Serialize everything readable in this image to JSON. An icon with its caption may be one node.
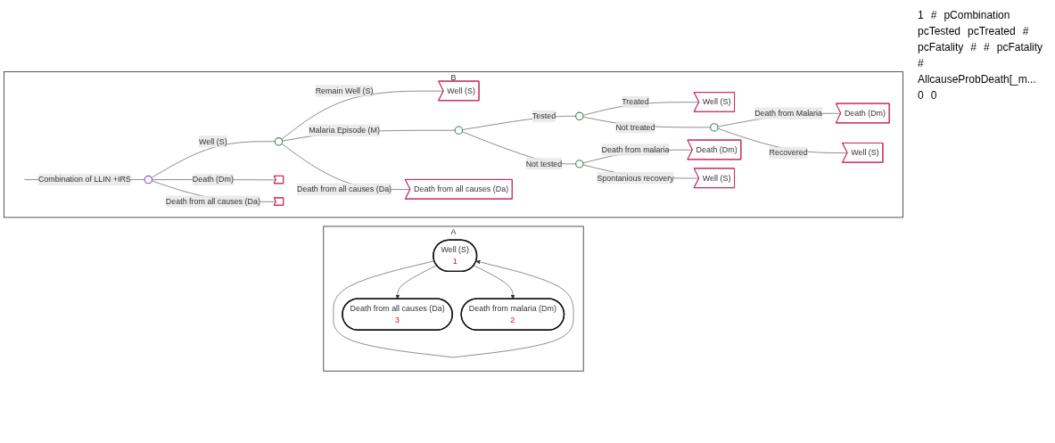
{
  "diagram": {
    "nodes": [
      {
        "text": [
          "A"
        ]
      },
      {
        "text": [
          "Well (S)",
          "1"
        ],
        "in": 0
      },
      {
        "text": [
          "Death from all causes (Da)",
          "3"
        ],
        "in": 0
      },
      {
        "text": [
          "Death from malaria (Dm)",
          "2"
        ],
        "in": 0
      },
      {
        "text": [
          "B"
        ]
      },
      {
        "text": [],
        "shape": "circle",
        "in": 4
      },
      {
        "text": [],
        "shape": "circle",
        "in": 4
      },
      {
        "text": [
          "Well (S)"
        ],
        "in": 4
      },
      {
        "text": [],
        "shape": "circle",
        "in": 4
      },
      {
        "text": [],
        "shape": "circle",
        "in": 4
      },
      {
        "text": [
          "Well (S)"
        ],
        "in": 4
      },
      {
        "text": [],
        "shape": "circle",
        "in": 4
      },
      {
        "text": [
          "Death (Dm)"
        ],
        "in": 4
      },
      {
        "text": [
          "Well (S)"
        ],
        "in": 4
      },
      {
        "text": [],
        "shape": "circle",
        "in": 4
      },
      {
        "text": [
          "Death (Dm)"
        ],
        "in": 4
      },
      {
        "text": [
          "Well (S)"
        ],
        "in": 4
      },
      {
        "text": [
          "Death from all causes (Da)"
        ],
        "in": 4
      },
      {
        "text": [],
        "shape": "triangle",
        "in": 4
      },
      {
        "text": [],
        "shape": "triangle",
        "in": 4
      }
    ],
    "edges": [
      {
        "from": 1,
        "to": 1,
        "arrow": "to"
      },
      {
        "from": 1,
        "to": 2,
        "arrow": "to"
      },
      {
        "from": 1,
        "to": 3,
        "arrow": "to"
      },
      {
        "from": null,
        "to": 5,
        "arrow": "none",
        "label": "Combination of LLIN +IRS"
      },
      {
        "from": 5,
        "to": 6,
        "arrow": "none",
        "label": "Well (S)"
      },
      {
        "from": 6,
        "to": 7,
        "arrow": "none",
        "label": "Remain Well (S)"
      },
      {
        "from": 6,
        "to": 8,
        "arrow": "none",
        "label": "Malaria Episode (M)"
      },
      {
        "from": 8,
        "to": 9,
        "arrow": "none",
        "label": "Tested"
      },
      {
        "from": 9,
        "to": 10,
        "arrow": "none",
        "label": "Treated"
      },
      {
        "from": 9,
        "to": 11,
        "arrow": "none",
        "label": "Not treated"
      },
      {
        "from": 11,
        "to": 12,
        "arrow": "none",
        "label": "Death from Malaria"
      },
      {
        "from": 11,
        "to": 13,
        "arrow": "none",
        "label": "Recovered"
      },
      {
        "from": 8,
        "to": 14,
        "arrow": "none",
        "label": "Not tested"
      },
      {
        "from": 14,
        "to": 15,
        "arrow": "none",
        "label": "Death from malaria"
      },
      {
        "from": 14,
        "to": 16,
        "arrow": "none",
        "label": "Spontanious recovery"
      },
      {
        "from": 6,
        "to": 17,
        "arrow": "none",
        "label": "Death from all causes (Da)"
      },
      {
        "from": 5,
        "to": 18,
        "arrow": "none",
        "label": "Death (Dm)"
      },
      {
        "from": 5,
        "to": 19,
        "arrow": "none",
        "label": "Death from all causes (Da)"
      }
    ],
    "labels": [
      "1",
      "#",
      "pCombination",
      "pcTested",
      "pcTreated",
      "#",
      "pcFatality",
      "#",
      "#",
      "pcFatality",
      "#",
      "AllcauseProbDeath[_m...",
      "0",
      "0"
    ]
  }
}
